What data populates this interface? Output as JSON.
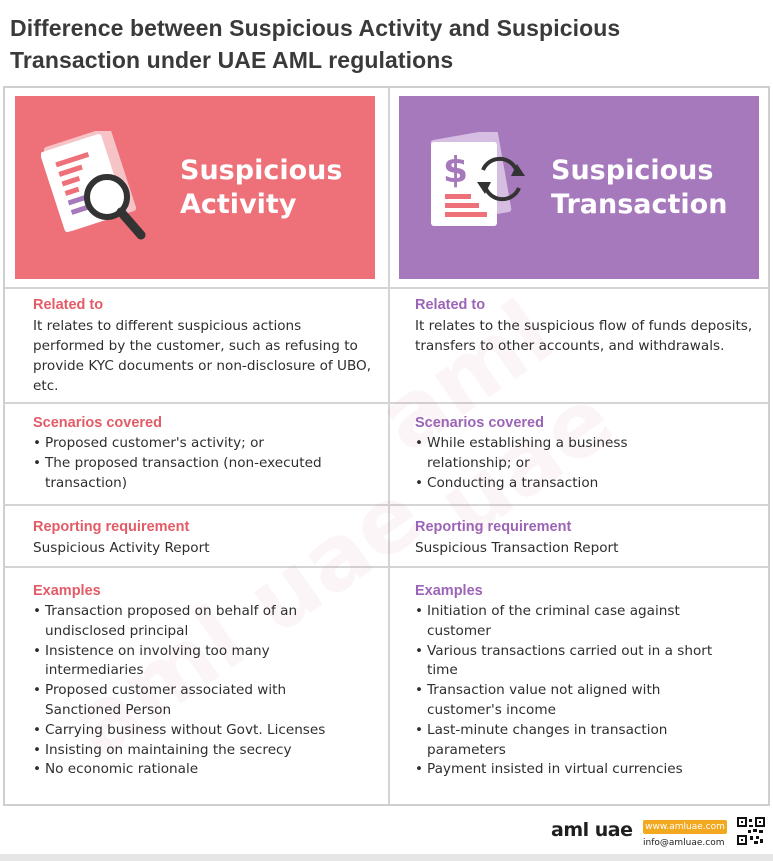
{
  "title": "Difference between Suspicious Activity and Suspicious Transaction under UAE AML regulations",
  "colors": {
    "activity": "#ee7078",
    "transaction": "#a678bc",
    "activity_heading": "#e35b67",
    "transaction_heading": "#9c64b6"
  },
  "activity": {
    "header": "Suspicious Activity",
    "icon": "document-magnifier-icon",
    "related_heading": "Related to",
    "related_text": "It relates to different suspicious actions performed by the customer, such as refusing to provide KYC documents or non-disclosure of UBO, etc.",
    "scenarios_heading": "Scenarios covered",
    "scenarios": [
      "Proposed customer's activity; or",
      "The proposed transaction (non-executed transaction)"
    ],
    "reporting_heading": "Reporting requirement",
    "reporting_text": "Suspicious Activity Report",
    "examples_heading": "Examples",
    "examples": [
      "Transaction proposed on behalf of an undisclosed principal",
      "Insistence on involving too many intermediaries",
      "Proposed customer associated with Sanctioned Person",
      "Carrying business without Govt. Licenses",
      "Insisting on maintaining the secrecy",
      "No economic rationale"
    ]
  },
  "transaction": {
    "header": "Suspicious Transaction",
    "icon": "dollar-document-exchange-icon",
    "related_heading": "Related to",
    "related_text": "It relates to the suspicious flow of funds deposits, transfers to other accounts, and withdrawals.",
    "scenarios_heading": "Scenarios covered",
    "scenarios": [
      "While establishing a business relationship; or",
      "Conducting a transaction"
    ],
    "reporting_heading": "Reporting requirement",
    "reporting_text": "Suspicious Transaction Report",
    "examples_heading": "Examples",
    "examples": [
      "Initiation of the criminal case against customer",
      "Various transactions carried out in a short time",
      "Transaction value not aligned with customer's income",
      "Last-minute changes in transaction parameters",
      "Payment insisted in virtual currencies"
    ]
  },
  "footer": {
    "brand": "aml uae",
    "website": "www.amluae.com",
    "email": "info@amluae.com",
    "qr_icon": "qr-code-icon"
  }
}
